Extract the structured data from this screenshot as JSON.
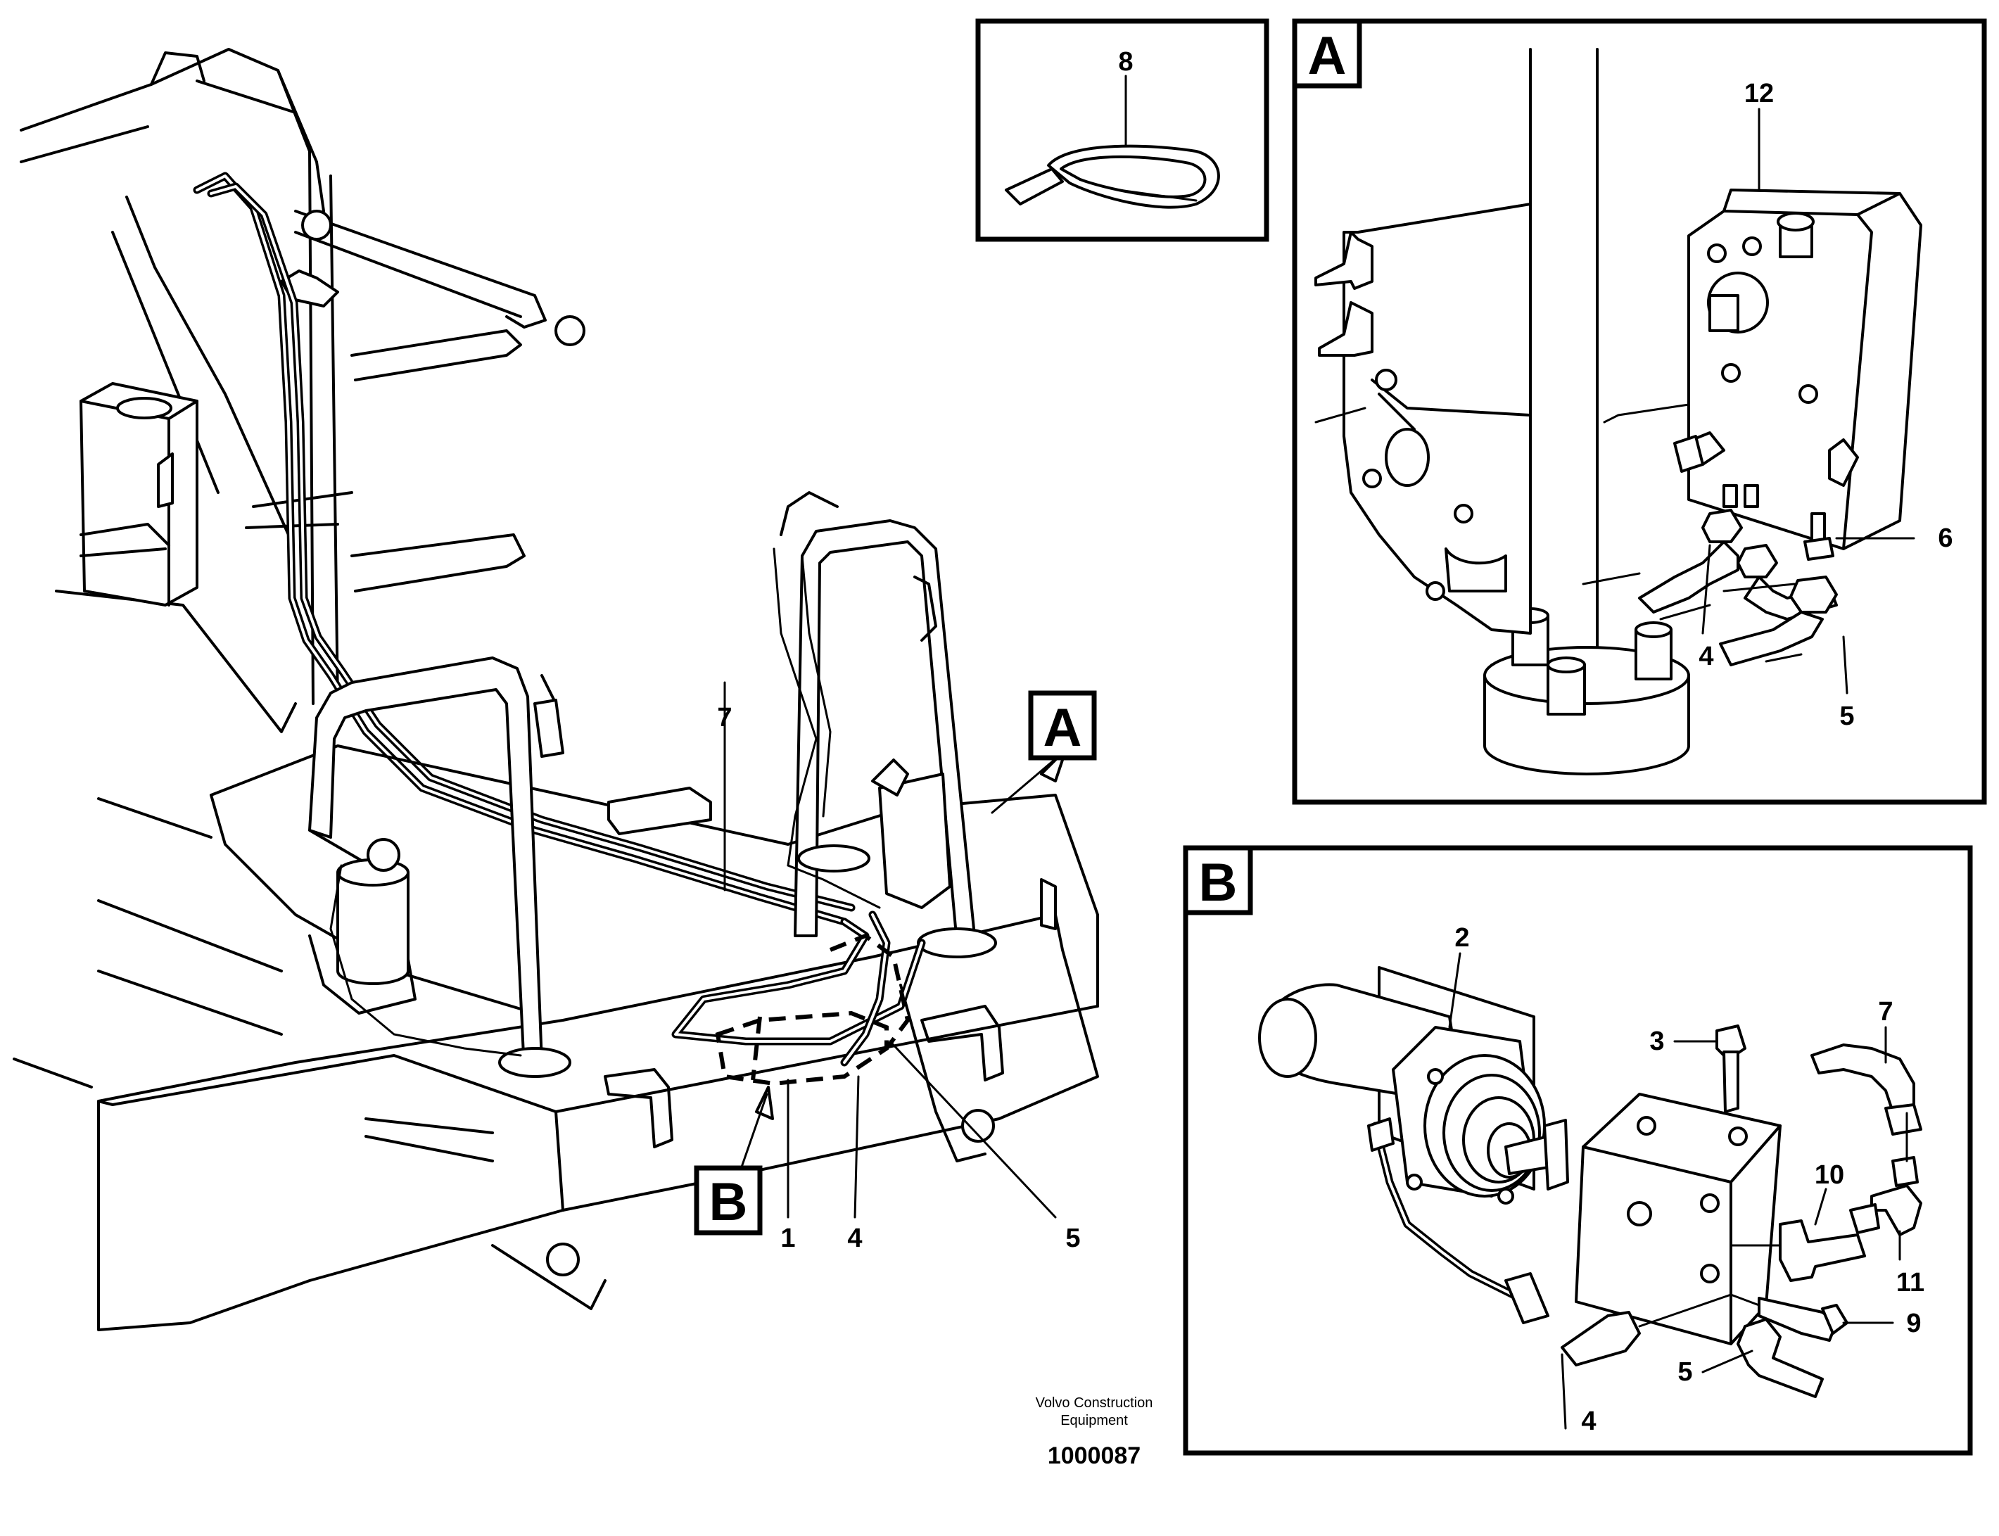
{
  "diagram": {
    "main_labels": {
      "p1": "1",
      "p4": "4",
      "p5": "5",
      "p7": "7",
      "ref_a": "A",
      "ref_b": "B"
    },
    "inset_clamp": {
      "p8": "8"
    },
    "detail_a": {
      "title": "A",
      "p12": "12",
      "p6": "6",
      "p4": "4",
      "p5": "5"
    },
    "detail_b": {
      "title": "B",
      "p2": "2",
      "p3": "3",
      "p7": "7",
      "p10": "10",
      "p11": "11",
      "p9": "9",
      "p5": "5",
      "p4": "4"
    },
    "footer": {
      "credit_line1": "Volvo Construction",
      "credit_line2": "Equipment",
      "document_number": "1000087"
    }
  }
}
